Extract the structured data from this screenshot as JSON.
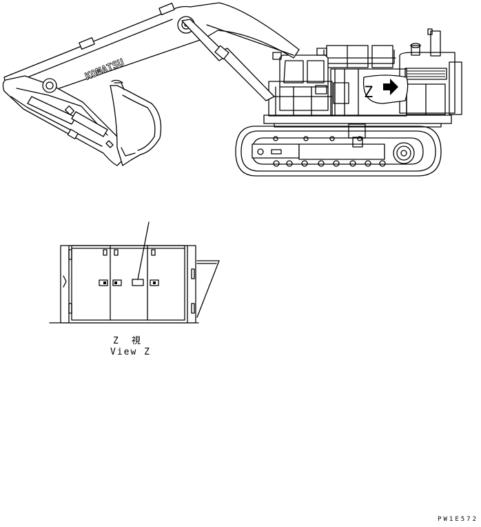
{
  "diagram": {
    "brand_text": "KOMATSU",
    "view_marker": "Z",
    "caption_jp": "Z　視",
    "caption_en": "View Z",
    "drawing_code": "PW1E572",
    "icons": [
      "arrow-right-icon"
    ]
  }
}
